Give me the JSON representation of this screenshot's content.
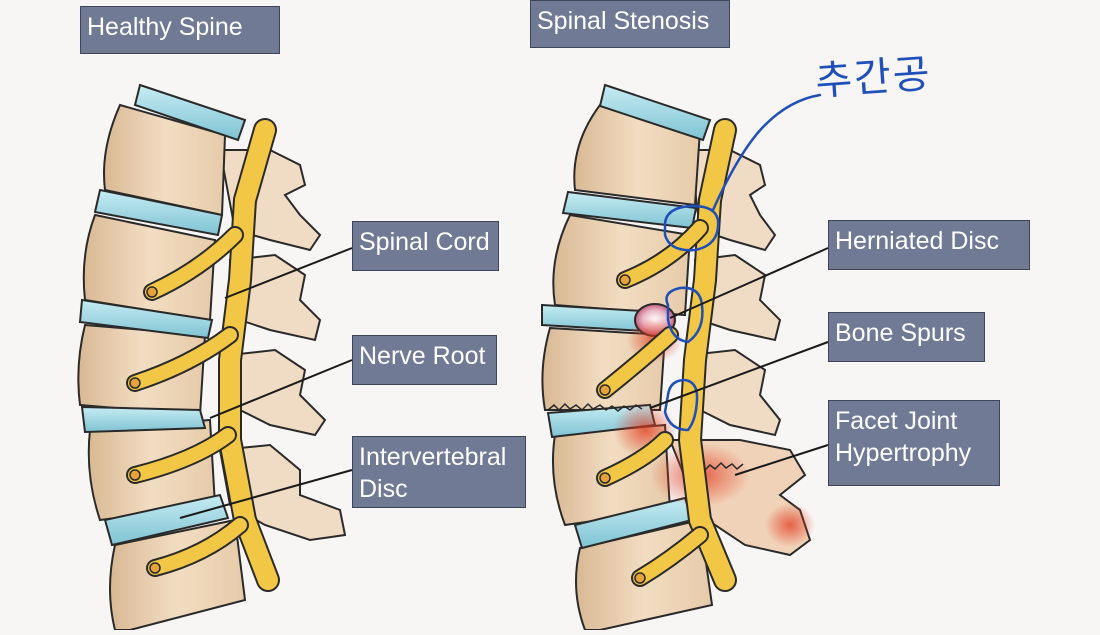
{
  "titles": {
    "healthy": "Healthy Spine",
    "stenosis": "Spinal Stenosis"
  },
  "labels": {
    "spinal_cord": "Spinal Cord",
    "nerve_root": "Nerve Root",
    "intervertebral_disc": "Intervertebral\nDisc",
    "herniated_disc": "Herniated Disc",
    "bone_spurs": "Bone Spurs",
    "facet_joint_hypertrophy": "Facet Joint\nHypertrophy"
  },
  "annotation": {
    "handwritten_text": "추간공",
    "color": "#1f4fb8"
  },
  "colors": {
    "label_bg": "#707a94",
    "bone": "#eed7b8",
    "disc": "#9fd6e2",
    "nerve": "#f2c745",
    "inflammation": "#e0502a"
  }
}
